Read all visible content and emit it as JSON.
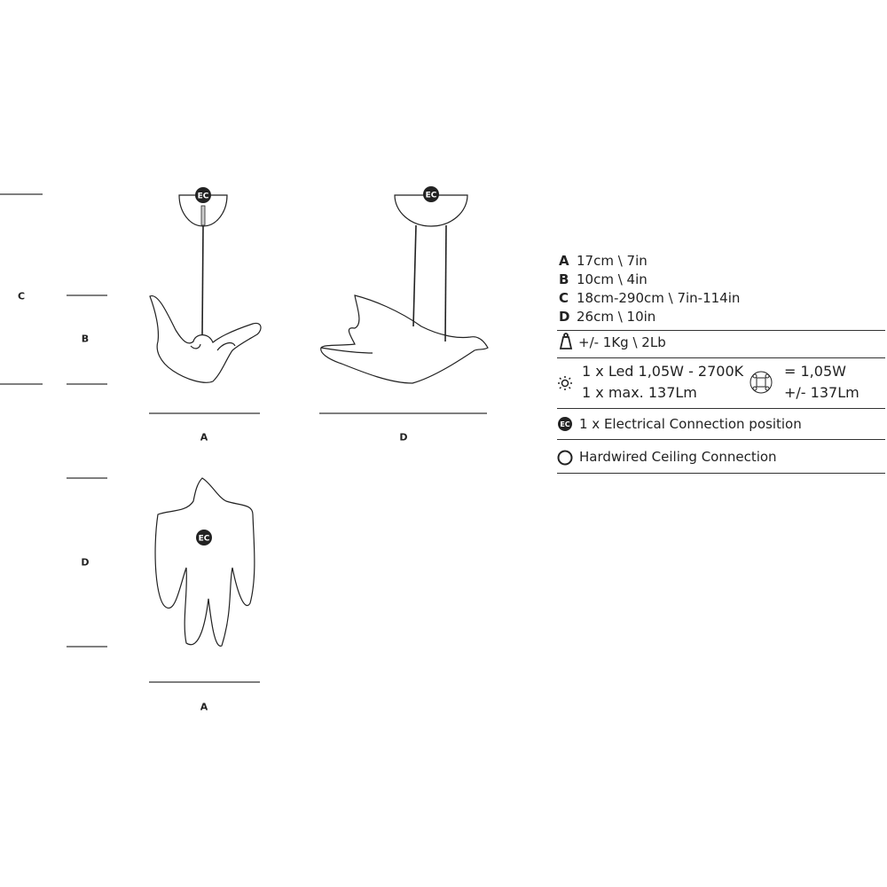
{
  "dimension_labels": {
    "c_side": "C",
    "b_side": "B",
    "a_front": "A",
    "d_side_view": "D",
    "d_top_view": "D",
    "a_top_view": "A"
  },
  "ec_badge": "EC",
  "specs": {
    "dimensions": [
      {
        "letter": "A",
        "value": "17cm \\ 7in"
      },
      {
        "letter": "B",
        "value": "10cm \\ 4in"
      },
      {
        "letter": "C",
        "value": "18cm-290cm \\ 7in-114in"
      },
      {
        "letter": "D",
        "value": "26cm \\ 10in"
      }
    ],
    "weight": "+/- 1Kg \\ 2Lb",
    "led_line1": "1 x Led 1,05W - 2700K",
    "led_line2": "1 x max. 137Lm",
    "power_total": "= 1,05W",
    "lumen_total": "+/- 137Lm",
    "electrical_connection": "1 x Electrical Connection position",
    "hardwired": "Hardwired Ceiling Connection"
  }
}
